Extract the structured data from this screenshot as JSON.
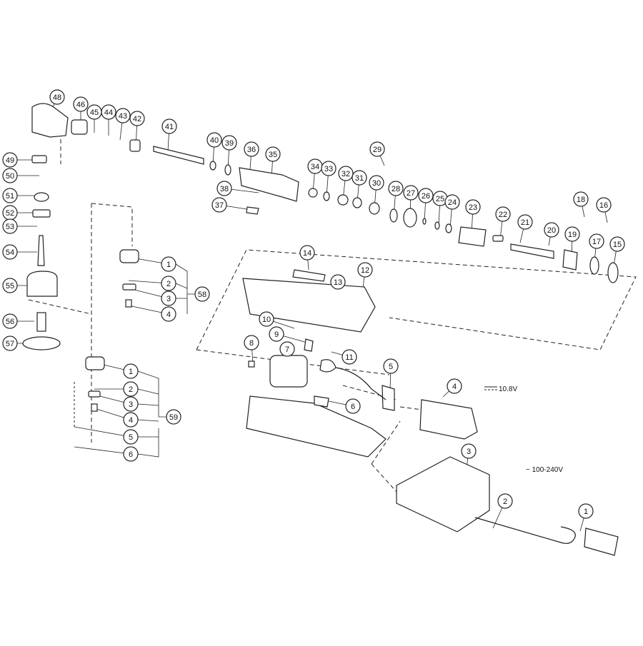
{
  "title": "",
  "diagram": {
    "top_row": [
      "48",
      "46",
      "45",
      "44",
      "43",
      "42",
      "41",
      "40",
      "39",
      "36",
      "35",
      "38",
      "37",
      "34",
      "33",
      "32",
      "31",
      "30",
      "29",
      "28",
      "27",
      "26",
      "25",
      "24",
      "23",
      "22",
      "21",
      "20",
      "19",
      "18",
      "17",
      "16",
      "15"
    ],
    "head_stack": [
      "49",
      "50",
      "51",
      "52",
      "53",
      "54",
      "55",
      "56",
      "57"
    ],
    "kit_58": {
      "label": "58",
      "items": [
        "1",
        "2",
        "3",
        "4"
      ]
    },
    "kit_59": {
      "label": "59",
      "items": [
        "1",
        "2",
        "3",
        "4",
        "5",
        "6"
      ]
    },
    "body": [
      "14",
      "13",
      "12",
      "10",
      "9",
      "11",
      "8",
      "7",
      "5",
      "6"
    ],
    "battery": {
      "label": "4",
      "spec": "10.8V"
    },
    "charger": {
      "labels": [
        "3",
        "2",
        "1"
      ],
      "spec": "100-240V"
    }
  }
}
